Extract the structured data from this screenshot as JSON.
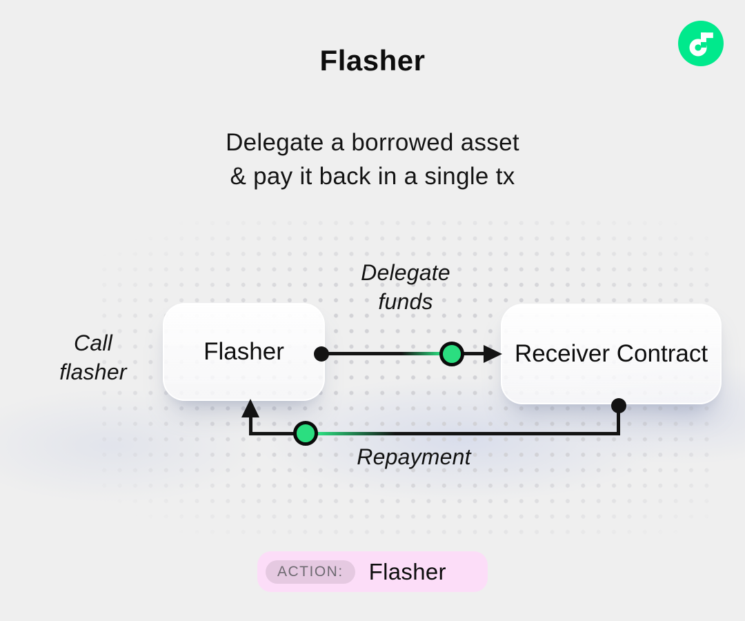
{
  "header": {
    "title": "Flasher",
    "subtitle_line1": "Delegate a borrowed asset",
    "subtitle_line2": "& pay it back in a single tx"
  },
  "logo": {
    "name": "flow-logo",
    "circle_color": "#00E98C",
    "glyph_color": "#ffffff"
  },
  "diagram": {
    "nodes": [
      {
        "id": "flasher",
        "label": "Flasher"
      },
      {
        "id": "receiver",
        "label": "Receiver Contract"
      }
    ],
    "labels": {
      "call_flasher": "Call flasher",
      "delegate_funds": "Delegate funds",
      "repayment": "Repayment"
    },
    "colors": {
      "line": "#131313",
      "token_green": "#2BDE80",
      "dot_grid": "#D2D2D6"
    }
  },
  "footer": {
    "action_label": "ACTION:",
    "action_value": "Flasher",
    "pill_bg": "#FCDDF8",
    "badge_bg": "#E5C9E1"
  }
}
